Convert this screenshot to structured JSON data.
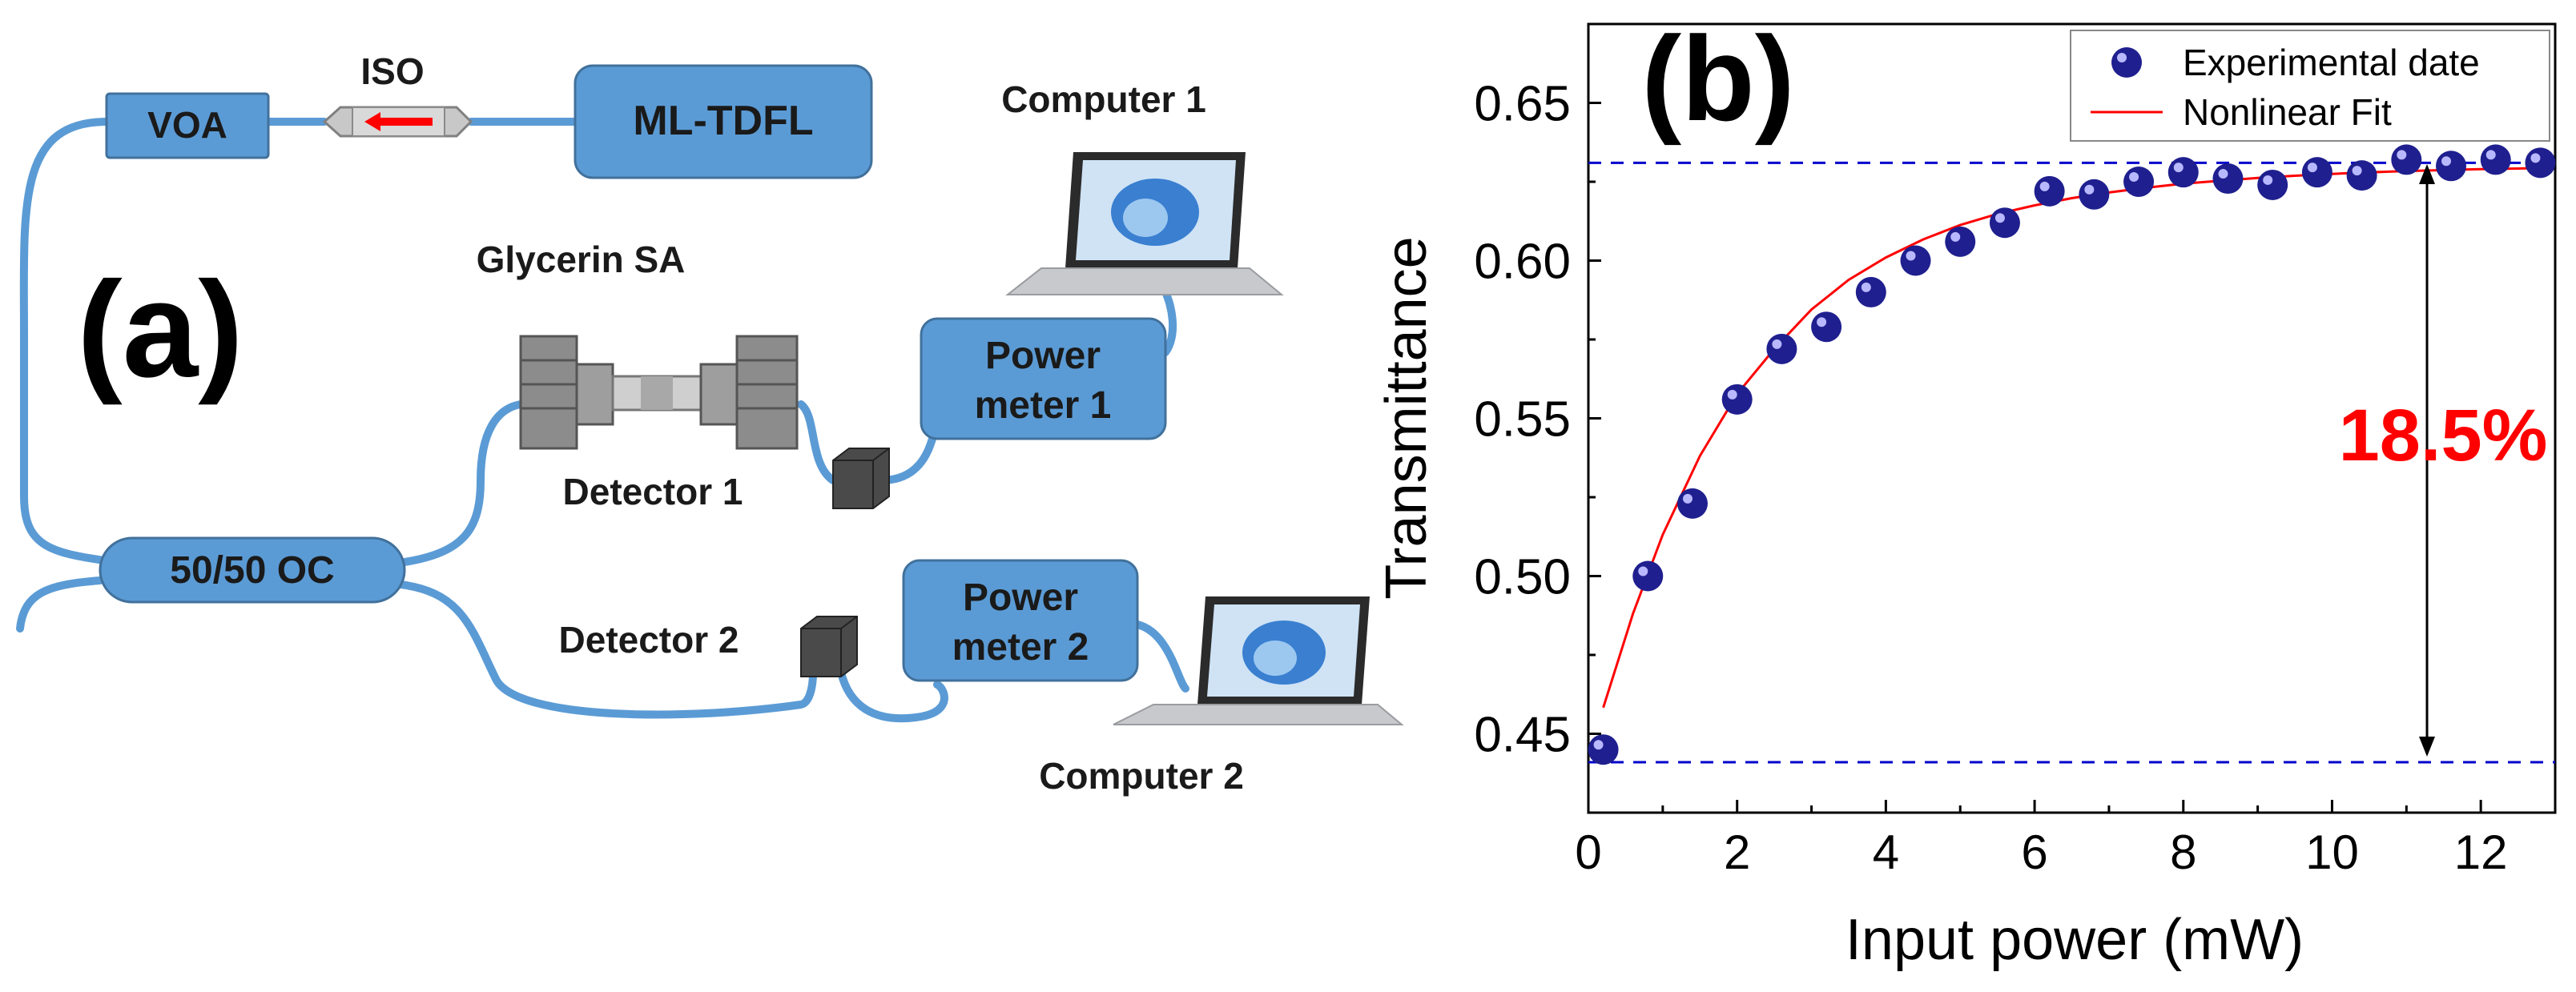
{
  "panel_a": {
    "label": "(a)",
    "components": {
      "voa": "VOA",
      "iso": "ISO",
      "laser": "ML-TDFL",
      "computer1": "Computer 1",
      "computer2": "Computer 2",
      "sa": "Glycerin SA",
      "power_meter1_line1": "Power",
      "power_meter1_line2": "meter 1",
      "power_meter2_line1": "Power",
      "power_meter2_line2": "meter 2",
      "detector1": "Detector 1",
      "detector2": "Detector 2",
      "coupler": "50/50 OC"
    },
    "colors": {
      "box_fill": "#5b9bd5",
      "box_stroke": "#41719c",
      "fiber": "#5b9bd5",
      "iso_arrow": "#ff0000"
    }
  },
  "panel_b": {
    "label": "(b)",
    "annotation": "18.5%",
    "colors": {
      "marker": "#1f1f8f",
      "fit": "#ff0000",
      "guide": "#0000cc",
      "annotation": "#ff0000"
    }
  },
  "chart_data": {
    "type": "scatter",
    "xlabel": "Input power (mW)",
    "ylabel": "Transmittance",
    "xlim": [
      0,
      13
    ],
    "ylim": [
      0.425,
      0.675
    ],
    "xticks": [
      "0",
      "2",
      "4",
      "6",
      "8",
      "10",
      "12"
    ],
    "yticks": [
      "0.45",
      "0.50",
      "0.55",
      "0.60",
      "0.65"
    ],
    "legend": {
      "placement": "top-right",
      "entries": [
        "Experimental date",
        "Nonlinear Fit"
      ]
    },
    "series": [
      {
        "name": "Experimental date",
        "x": [
          0.2,
          0.8,
          1.4,
          2.0,
          2.6,
          3.2,
          3.8,
          4.4,
          5.0,
          5.6,
          6.2,
          6.8,
          7.4,
          8.0,
          8.6,
          9.2,
          9.8,
          10.4,
          11.0,
          11.6,
          12.2,
          12.8
        ],
        "y": [
          0.445,
          0.5,
          0.523,
          0.556,
          0.572,
          0.579,
          0.59,
          0.6,
          0.606,
          0.612,
          0.622,
          0.621,
          0.625,
          0.628,
          0.626,
          0.624,
          0.628,
          0.627,
          0.632,
          0.63,
          0.632,
          0.631
        ]
      },
      {
        "name": "Nonlinear Fit",
        "model": "y = 0.631 - 0.19*exp(-x/2.1)",
        "x": [
          0.2,
          0.6,
          1,
          1.5,
          2,
          2.5,
          3,
          3.5,
          4,
          4.5,
          5,
          5.5,
          6,
          6.5,
          7,
          7.5,
          8,
          8.5,
          9,
          9.5,
          10,
          10.5,
          11,
          11.5,
          12,
          12.5,
          12.9
        ],
        "y": [
          0.4583,
          0.4881,
          0.5131,
          0.5381,
          0.5577,
          0.572,
          0.5845,
          0.5939,
          0.601,
          0.6067,
          0.6113,
          0.6148,
          0.6175,
          0.6198,
          0.6216,
          0.6231,
          0.6244,
          0.6253,
          0.6262,
          0.6269,
          0.6275,
          0.628,
          0.6284,
          0.6287,
          0.629,
          0.6292,
          0.6294
        ]
      }
    ],
    "guides": [
      0.631,
      0.441
    ]
  }
}
